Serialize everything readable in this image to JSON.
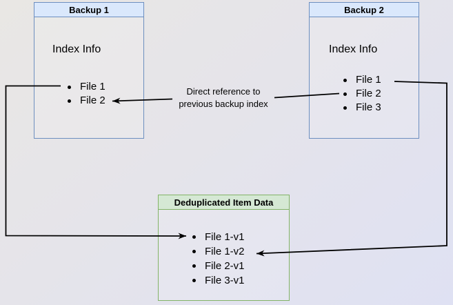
{
  "colors": {
    "blue_fill": "#dae8fc",
    "blue_border": "#6c8ebf",
    "green_fill": "#d5e8d4",
    "green_border": "#82b366",
    "arrow": "#000000",
    "text": "#000000"
  },
  "backup1": {
    "title": "Backup 1",
    "subtitle": "Index Info",
    "files": [
      "File 1",
      "File 2"
    ]
  },
  "backup2": {
    "title": "Backup 2",
    "subtitle": "Index Info",
    "files": [
      "File 1",
      "File 2",
      "File 3"
    ]
  },
  "dedup": {
    "title": "Deduplicated Item Data",
    "files": [
      "File 1-v1",
      "File 1-v2",
      "File 2-v1",
      "File 3-v1"
    ]
  },
  "annotation": {
    "line1": "Direct reference to",
    "line2": "previous backup index"
  },
  "arrows": [
    {
      "from": "Backup 1 / File 1",
      "to": "Deduplicated Item Data / File 1-v1"
    },
    {
      "from": "Backup 2 / File 2",
      "to": "Backup 1 / File 2",
      "label": "Direct reference to previous backup index"
    },
    {
      "from": "Backup 2 / File 1",
      "to": "Deduplicated Item Data / File 1-v2"
    }
  ]
}
